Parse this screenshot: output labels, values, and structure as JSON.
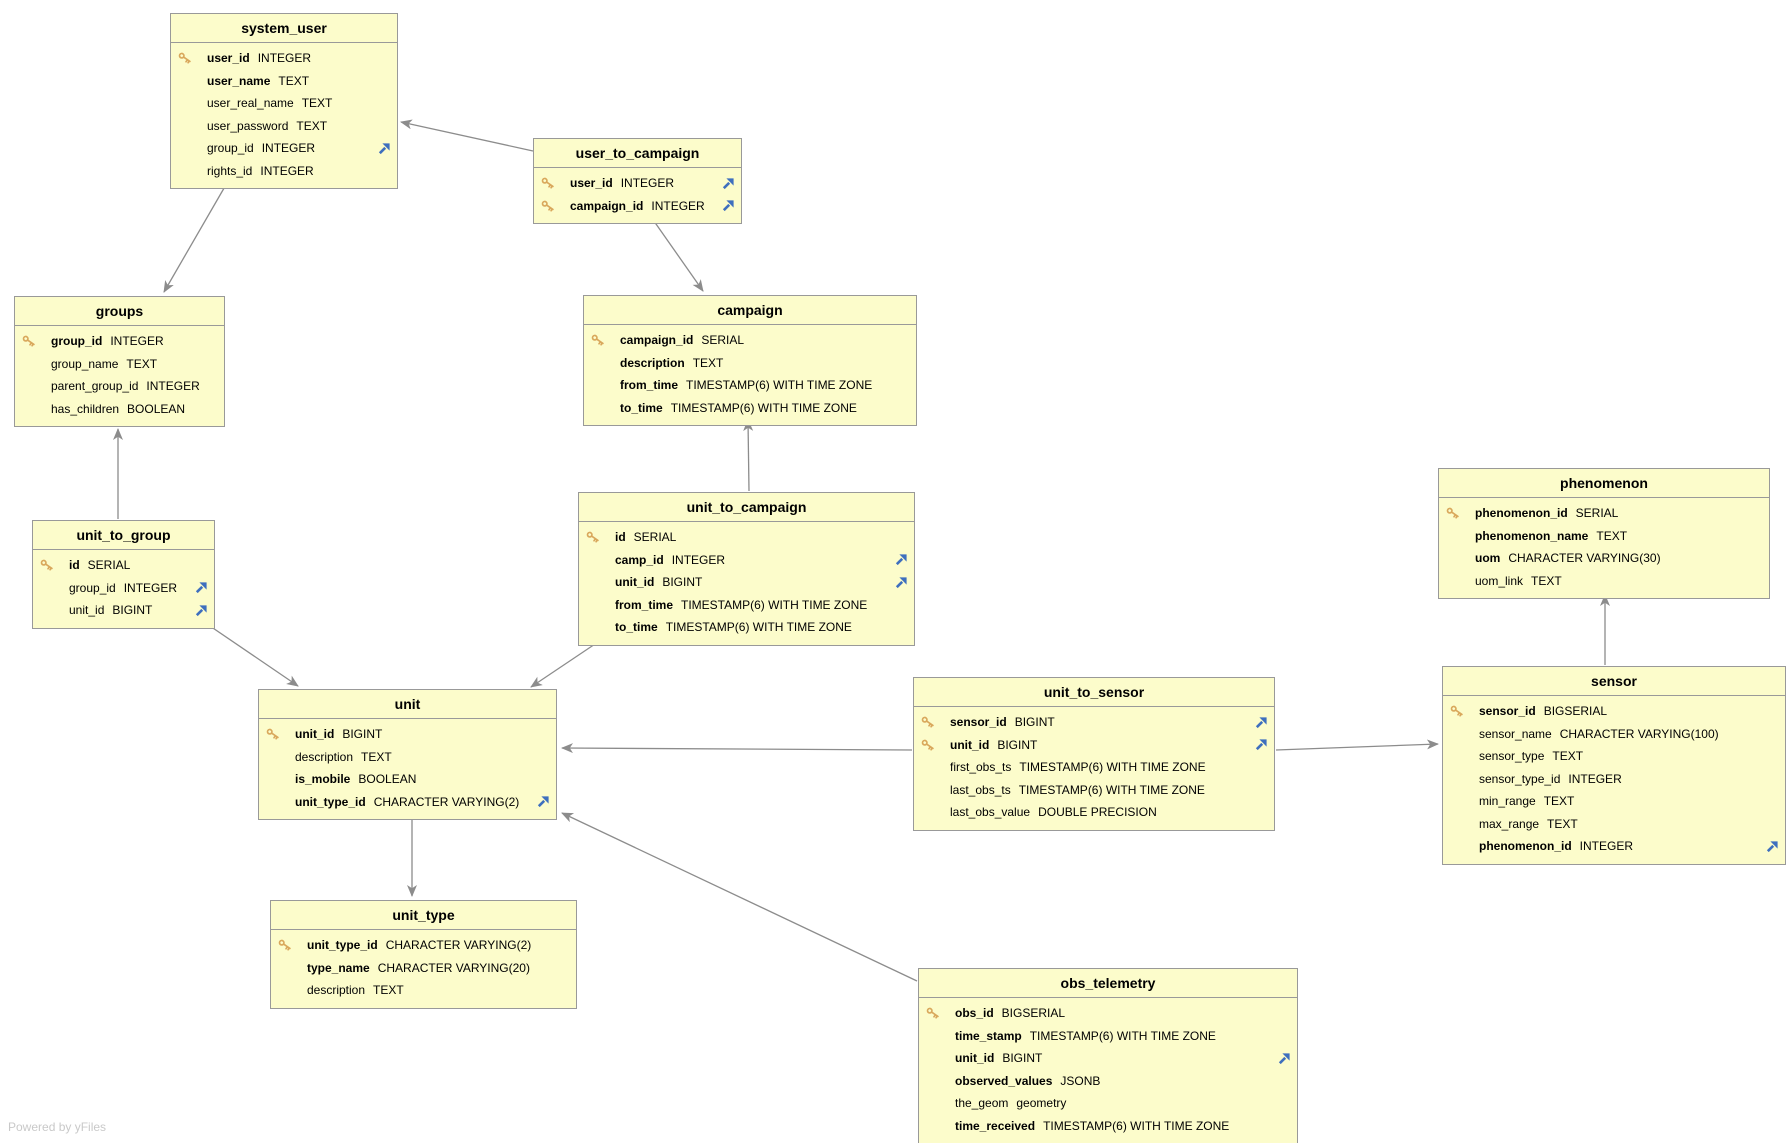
{
  "diagram": {
    "watermark": "Powered by yFiles",
    "colors": {
      "node_fill": "#FCFCCB",
      "node_border": "#999999",
      "edge": "#8C8C8C",
      "primary_key_icon": "#D9A85C",
      "foreign_key_icon": "#3E6FBE"
    },
    "entities": [
      {
        "name": "system_user",
        "columns": [
          {
            "name": "user_id",
            "type": "INTEGER",
            "pk": true,
            "fk": false,
            "bold": true
          },
          {
            "name": "user_name",
            "type": "TEXT",
            "pk": false,
            "fk": false,
            "bold": true
          },
          {
            "name": "user_real_name",
            "type": "TEXT",
            "pk": false,
            "fk": false,
            "bold": false
          },
          {
            "name": "user_password",
            "type": "TEXT",
            "pk": false,
            "fk": false,
            "bold": false
          },
          {
            "name": "group_id",
            "type": "INTEGER",
            "pk": false,
            "fk": true,
            "bold": false
          },
          {
            "name": "rights_id",
            "type": "INTEGER",
            "pk": false,
            "fk": false,
            "bold": false
          }
        ]
      },
      {
        "name": "user_to_campaign",
        "columns": [
          {
            "name": "user_id",
            "type": "INTEGER",
            "pk": true,
            "fk": true,
            "bold": true
          },
          {
            "name": "campaign_id",
            "type": "INTEGER",
            "pk": true,
            "fk": true,
            "bold": true
          }
        ]
      },
      {
        "name": "groups",
        "columns": [
          {
            "name": "group_id",
            "type": "INTEGER",
            "pk": true,
            "fk": false,
            "bold": true
          },
          {
            "name": "group_name",
            "type": "TEXT",
            "pk": false,
            "fk": false,
            "bold": false
          },
          {
            "name": "parent_group_id",
            "type": "INTEGER",
            "pk": false,
            "fk": false,
            "bold": false
          },
          {
            "name": "has_children",
            "type": "BOOLEAN",
            "pk": false,
            "fk": false,
            "bold": false
          }
        ]
      },
      {
        "name": "campaign",
        "columns": [
          {
            "name": "campaign_id",
            "type": "SERIAL",
            "pk": true,
            "fk": false,
            "bold": true
          },
          {
            "name": "description",
            "type": "TEXT",
            "pk": false,
            "fk": false,
            "bold": true
          },
          {
            "name": "from_time",
            "type": "TIMESTAMP(6) WITH TIME ZONE",
            "pk": false,
            "fk": false,
            "bold": true
          },
          {
            "name": "to_time",
            "type": "TIMESTAMP(6) WITH TIME ZONE",
            "pk": false,
            "fk": false,
            "bold": true
          }
        ]
      },
      {
        "name": "unit_to_group",
        "columns": [
          {
            "name": "id",
            "type": "SERIAL",
            "pk": true,
            "fk": false,
            "bold": true
          },
          {
            "name": "group_id",
            "type": "INTEGER",
            "pk": false,
            "fk": true,
            "bold": false
          },
          {
            "name": "unit_id",
            "type": "BIGINT",
            "pk": false,
            "fk": true,
            "bold": false
          }
        ]
      },
      {
        "name": "unit_to_campaign",
        "columns": [
          {
            "name": "id",
            "type": "SERIAL",
            "pk": true,
            "fk": false,
            "bold": true
          },
          {
            "name": "camp_id",
            "type": "INTEGER",
            "pk": false,
            "fk": true,
            "bold": true
          },
          {
            "name": "unit_id",
            "type": "BIGINT",
            "pk": false,
            "fk": true,
            "bold": true
          },
          {
            "name": "from_time",
            "type": "TIMESTAMP(6) WITH TIME ZONE",
            "pk": false,
            "fk": false,
            "bold": true
          },
          {
            "name": "to_time",
            "type": "TIMESTAMP(6) WITH TIME ZONE",
            "pk": false,
            "fk": false,
            "bold": true
          }
        ]
      },
      {
        "name": "unit",
        "columns": [
          {
            "name": "unit_id",
            "type": "BIGINT",
            "pk": true,
            "fk": false,
            "bold": true
          },
          {
            "name": "description",
            "type": "TEXT",
            "pk": false,
            "fk": false,
            "bold": false
          },
          {
            "name": "is_mobile",
            "type": "BOOLEAN",
            "pk": false,
            "fk": false,
            "bold": true
          },
          {
            "name": "unit_type_id",
            "type": "CHARACTER VARYING(2)",
            "pk": false,
            "fk": true,
            "bold": true
          }
        ]
      },
      {
        "name": "unit_to_sensor",
        "columns": [
          {
            "name": "sensor_id",
            "type": "BIGINT",
            "pk": true,
            "fk": true,
            "bold": true
          },
          {
            "name": "unit_id",
            "type": "BIGINT",
            "pk": true,
            "fk": true,
            "bold": true
          },
          {
            "name": "first_obs_ts",
            "type": "TIMESTAMP(6) WITH TIME ZONE",
            "pk": false,
            "fk": false,
            "bold": false
          },
          {
            "name": "last_obs_ts",
            "type": "TIMESTAMP(6) WITH TIME ZONE",
            "pk": false,
            "fk": false,
            "bold": false
          },
          {
            "name": "last_obs_value",
            "type": "DOUBLE PRECISION",
            "pk": false,
            "fk": false,
            "bold": false
          }
        ]
      },
      {
        "name": "sensor",
        "columns": [
          {
            "name": "sensor_id",
            "type": "BIGSERIAL",
            "pk": true,
            "fk": false,
            "bold": true
          },
          {
            "name": "sensor_name",
            "type": "CHARACTER VARYING(100)",
            "pk": false,
            "fk": false,
            "bold": false
          },
          {
            "name": "sensor_type",
            "type": "TEXT",
            "pk": false,
            "fk": false,
            "bold": false
          },
          {
            "name": "sensor_type_id",
            "type": "INTEGER",
            "pk": false,
            "fk": false,
            "bold": false
          },
          {
            "name": "min_range",
            "type": "TEXT",
            "pk": false,
            "fk": false,
            "bold": false
          },
          {
            "name": "max_range",
            "type": "TEXT",
            "pk": false,
            "fk": false,
            "bold": false
          },
          {
            "name": "phenomenon_id",
            "type": "INTEGER",
            "pk": false,
            "fk": true,
            "bold": true
          }
        ]
      },
      {
        "name": "phenomenon",
        "columns": [
          {
            "name": "phenomenon_id",
            "type": "SERIAL",
            "pk": true,
            "fk": false,
            "bold": true
          },
          {
            "name": "phenomenon_name",
            "type": "TEXT",
            "pk": false,
            "fk": false,
            "bold": true
          },
          {
            "name": "uom",
            "type": "CHARACTER VARYING(30)",
            "pk": false,
            "fk": false,
            "bold": true
          },
          {
            "name": "uom_link",
            "type": "TEXT",
            "pk": false,
            "fk": false,
            "bold": false
          }
        ]
      },
      {
        "name": "unit_type",
        "columns": [
          {
            "name": "unit_type_id",
            "type": "CHARACTER VARYING(2)",
            "pk": true,
            "fk": false,
            "bold": true
          },
          {
            "name": "type_name",
            "type": "CHARACTER VARYING(20)",
            "pk": false,
            "fk": false,
            "bold": true
          },
          {
            "name": "description",
            "type": "TEXT",
            "pk": false,
            "fk": false,
            "bold": false
          }
        ]
      },
      {
        "name": "obs_telemetry",
        "columns": [
          {
            "name": "obs_id",
            "type": "BIGSERIAL",
            "pk": true,
            "fk": false,
            "bold": true
          },
          {
            "name": "time_stamp",
            "type": "TIMESTAMP(6) WITH TIME ZONE",
            "pk": false,
            "fk": false,
            "bold": true
          },
          {
            "name": "unit_id",
            "type": "BIGINT",
            "pk": false,
            "fk": true,
            "bold": true
          },
          {
            "name": "observed_values",
            "type": "JSONB",
            "pk": false,
            "fk": false,
            "bold": true
          },
          {
            "name": "the_geom",
            "type": "geometry",
            "pk": false,
            "fk": false,
            "bold": false
          },
          {
            "name": "time_received",
            "type": "TIMESTAMP(6) WITH TIME ZONE",
            "pk": false,
            "fk": false,
            "bold": true
          }
        ]
      }
    ],
    "relationships": [
      {
        "from": "user_to_campaign",
        "to": "system_user"
      },
      {
        "from": "system_user",
        "to": "groups"
      },
      {
        "from": "user_to_campaign",
        "to": "campaign"
      },
      {
        "from": "unit_to_campaign",
        "to": "campaign"
      },
      {
        "from": "unit_to_group",
        "to": "groups"
      },
      {
        "from": "unit_to_group",
        "to": "unit"
      },
      {
        "from": "unit_to_campaign",
        "to": "unit"
      },
      {
        "from": "unit_to_sensor",
        "to": "unit"
      },
      {
        "from": "obs_telemetry",
        "to": "unit"
      },
      {
        "from": "unit",
        "to": "unit_type"
      },
      {
        "from": "unit_to_sensor",
        "to": "sensor"
      },
      {
        "from": "sensor",
        "to": "phenomenon"
      }
    ]
  }
}
